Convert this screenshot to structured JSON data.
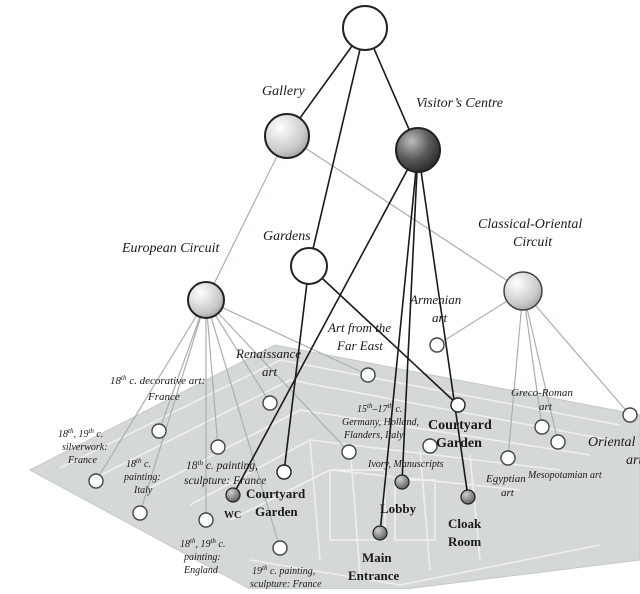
{
  "categories": {
    "gallery": "Gallery",
    "visitors_centre": "Visitor’s Centre",
    "european_circuit": "European Circuit",
    "gardens": "Gardens",
    "classical_oriental_line1": "Classical-Oriental",
    "classical_oriental_line2": "Circuit"
  },
  "exhibits": {
    "armenian_1": "Armenian",
    "armenian_2": "art",
    "far_east_1": "Art from the",
    "far_east_2": "Far East",
    "renaissance_1": "Renaissance",
    "renaissance_2": "art",
    "dec_art_1_num": "18",
    "dec_art_1_sup": "th",
    "dec_art_1_rest": " c. decorative art:",
    "dec_art_2": "France",
    "silver_1_a": "18",
    "silver_1_sup1": "th",
    "silver_1_b": ", 19",
    "silver_1_sup2": "th",
    "silver_1_c": " c.",
    "silver_2": "silverwork:",
    "silver_3": "France",
    "italy_1_num": "18",
    "italy_1_sup": "th",
    "italy_1_rest": " c.",
    "italy_2": "painting:",
    "italy_3": "Italy",
    "paint_sculpt_1_num": "18",
    "paint_sculpt_1_sup": "th",
    "paint_sculpt_1_rest": " c. painting,",
    "paint_sculpt_2": "sculpture: France",
    "england_1_a": "18",
    "england_1_sup1": "th",
    "england_1_b": ", 19",
    "england_1_sup2": "th",
    "england_1_c": " c.",
    "england_2": "painting:",
    "england_3": "England",
    "c19_1_num": "19",
    "c19_1_sup": "th",
    "c19_1_rest": " c. painting,",
    "c19_2": "sculpture: France",
    "germany_1_a": "15",
    "germany_1_sup1": "th",
    "germany_1_b": "–17",
    "germany_1_sup2": "th",
    "germany_1_c": " c.",
    "germany_2": "Germany, Holland,",
    "germany_3": "Flanders, Italy",
    "ivory": "Ivory, Manuscripts",
    "greco_1": "Greco-Roman",
    "greco_2": "art",
    "meso": "Mesopotamian art",
    "egypt_1": "Egyptian",
    "egypt_2": "art",
    "oriental_1": "Oriental",
    "oriental_2": "art"
  },
  "facilities": {
    "courtyard_garden_right_1": "Courtyard",
    "courtyard_garden_right_2": "Garden",
    "courtyard_garden_left_1": "Courtyard",
    "courtyard_garden_left_2": "Garden",
    "wc": "WC",
    "lobby": "Lobby",
    "cloak_1": "Cloak",
    "cloak_2": "Room",
    "main_1": "Main",
    "main_2": "Entrance"
  },
  "colors": {
    "floor": "#d4d8d8",
    "floor_lines": "#eef0f0",
    "edge_dark": "#1a1a1a",
    "edge_light": "#a8b0b0",
    "node_stroke": "#222222",
    "node_dark": "#505050",
    "node_light": "#cfcfcf"
  }
}
